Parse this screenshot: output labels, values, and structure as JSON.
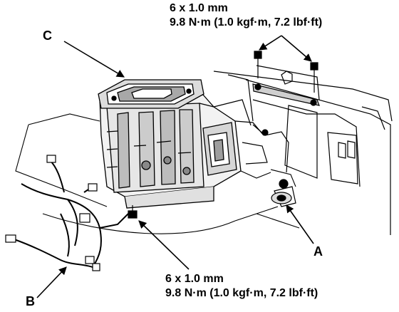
{
  "callouts": {
    "a": "A",
    "b": "B",
    "c": "C"
  },
  "torque_spec_top": {
    "size": "6 x 1.0 mm",
    "torque": "9.8 N·m (1.0 kgf·m, 7.2 lbf·ft)"
  },
  "torque_spec_bottom": {
    "size": "6 x 1.0 mm",
    "torque": "9.8 N·m (1.0 kgf·m, 7.2 lbf·ft)"
  },
  "colors": {
    "ink": "#000000",
    "paper": "#ffffff"
  }
}
